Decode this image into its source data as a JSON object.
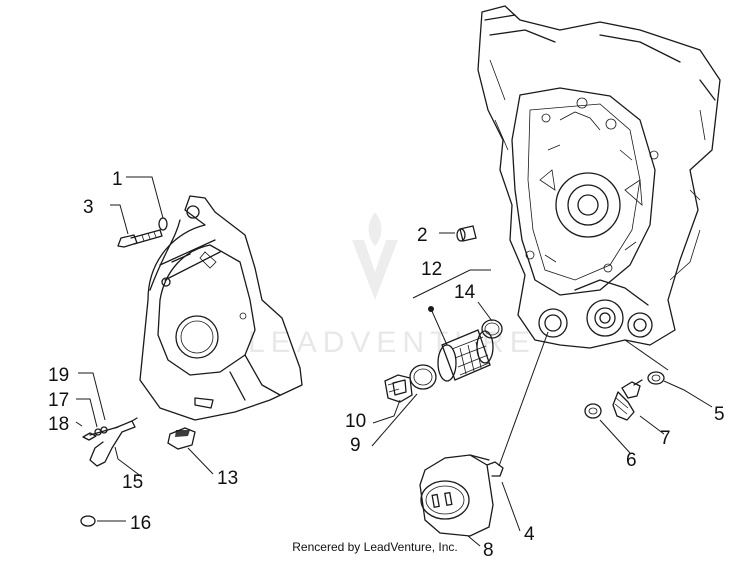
{
  "callouts": [
    {
      "id": "1",
      "label": "1"
    },
    {
      "id": "2",
      "label": "2"
    },
    {
      "id": "3",
      "label": "3"
    },
    {
      "id": "4",
      "label": "4"
    },
    {
      "id": "5",
      "label": "5"
    },
    {
      "id": "6",
      "label": "6"
    },
    {
      "id": "7",
      "label": "7"
    },
    {
      "id": "8",
      "label": "8"
    },
    {
      "id": "9",
      "label": "9"
    },
    {
      "id": "10",
      "label": "10"
    },
    {
      "id": "12",
      "label": "12"
    },
    {
      "id": "13",
      "label": "13"
    },
    {
      "id": "14",
      "label": "14"
    },
    {
      "id": "15",
      "label": "15"
    },
    {
      "id": "16",
      "label": "16"
    },
    {
      "id": "17",
      "label": "17"
    },
    {
      "id": "18",
      "label": "18"
    },
    {
      "id": "19",
      "label": "19"
    }
  ],
  "watermark": {
    "text": "LEADVENTURE"
  },
  "credit": "Rencered by LeadVenture, Inc."
}
